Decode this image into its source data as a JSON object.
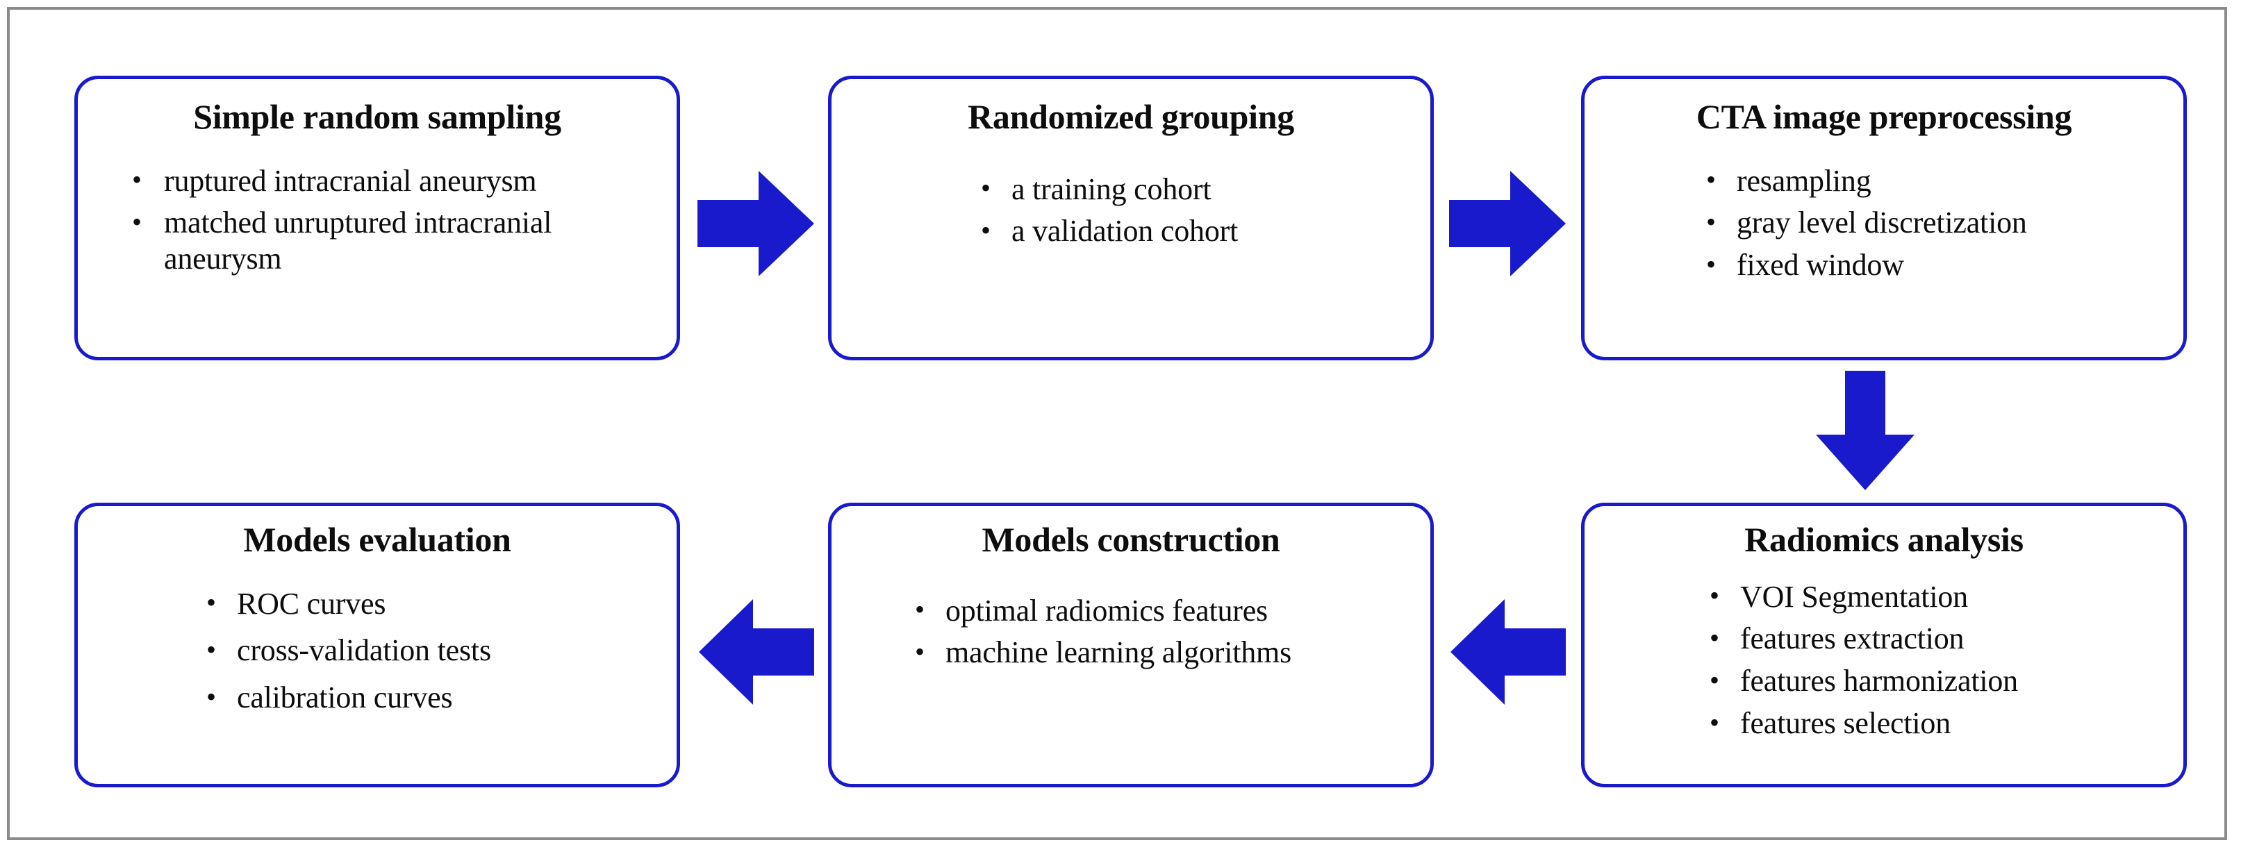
{
  "figure": {
    "frame_border_color": "#8b8b8b",
    "box_border_color": "#1a1acd",
    "arrow_color": "#1a1acd",
    "background_color": "#ffffff",
    "text_color": "#0d0d0d"
  },
  "boxes": [
    {
      "id": "simple-random-sampling",
      "title": "Simple random sampling",
      "bullets": [
        "ruptured intracranial aneurysm",
        "matched unruptured intracranial aneurysm"
      ]
    },
    {
      "id": "randomized-grouping",
      "title": "Randomized grouping",
      "bullets": [
        "a training cohort",
        "a validation cohort"
      ]
    },
    {
      "id": "cta-image-preprocessing",
      "title": "CTA image preprocessing",
      "bullets": [
        "resampling",
        "gray level discretization",
        "fixed window"
      ]
    },
    {
      "id": "radiomics-analysis",
      "title": "Radiomics analysis",
      "bullets": [
        "VOI Segmentation",
        "features extraction",
        "features harmonization",
        "features selection"
      ]
    },
    {
      "id": "models-construction",
      "title": "Models construction",
      "bullets": [
        "optimal radiomics features",
        "machine learning algorithms"
      ]
    },
    {
      "id": "models-evaluation",
      "title": "Models evaluation",
      "bullets": [
        "ROC curves",
        "cross-validation tests",
        "calibration curves"
      ]
    }
  ],
  "arrows": [
    {
      "id": "sampling-to-grouping",
      "direction": "right",
      "from": "simple-random-sampling",
      "to": "randomized-grouping"
    },
    {
      "id": "grouping-to-preprocessing",
      "direction": "right",
      "from": "randomized-grouping",
      "to": "cta-image-preprocessing"
    },
    {
      "id": "preprocessing-to-radiomics",
      "direction": "down",
      "from": "cta-image-preprocessing",
      "to": "radiomics-analysis"
    },
    {
      "id": "radiomics-to-construction",
      "direction": "left",
      "from": "radiomics-analysis",
      "to": "models-construction"
    },
    {
      "id": "construction-to-evaluation",
      "direction": "left",
      "from": "models-construction",
      "to": "models-evaluation"
    }
  ],
  "bullet_glyph": "•"
}
